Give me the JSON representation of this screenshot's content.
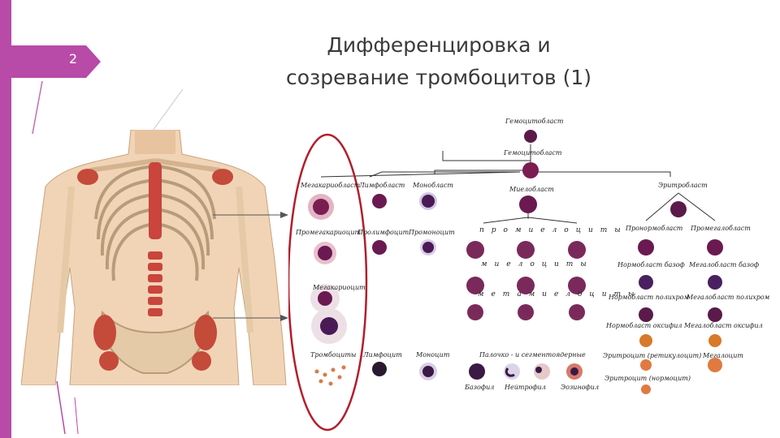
{
  "slide": {
    "number": "2"
  },
  "title": {
    "line1": "Дифференцировка и",
    "line2": "созревание тромбоцитов (1)"
  },
  "colors": {
    "accent": "#b84aa8",
    "highlight_ellipse": "#b21e2a",
    "cell_purple": "#5a1a4a",
    "cell_pink": "#e8c0cc",
    "cell_orange": "#d77a2a"
  },
  "labels": {
    "hemocytoblast": "Гемоцитобласт",
    "hemocytoblast2": "Гемоцитобласт",
    "megakaryoblast": "Мегакариобласт",
    "lymphoblast": "Лимфобласт",
    "monoblast": "Монобласт",
    "myeloblast": "Миелобласт",
    "erythroblast": "Эритробласт",
    "promegakaryocyte": "Промегакариоцит",
    "prolymphocyte": "Пролимфоцит",
    "promonocyte": "Промоноцит",
    "promyelocytes": "промиелоциты",
    "pronormoblast": "Пронормобласт",
    "promegaloblast": "Промегалобласт",
    "myelocytes": "миелоциты",
    "normoblast_baso": "Нормобласт базоф",
    "megaloblast_baso": "Мегалобласт базоф",
    "megakaryocyte": "Мегакариоцит",
    "metamyelocytes": "метамиелоциты",
    "normoblast_poly": "Нормобласт полихром",
    "megaloblast_poly": "Мегалобласт полихром",
    "normoblast_ortho": "Нормобласт оксифил",
    "megaloblast_ortho": "Мегалобласт оксифил",
    "thrombocytes": "Тромбоциты",
    "lymphocyte": "Лимфоцит",
    "monocyte": "Моноцит",
    "band_segmented": "Палочко - и сегментоядерные",
    "reticulocyte": "Эритроцит (ретикулоцит)",
    "megalocyte": "Мегалоцит",
    "erythrocyte": "Эритроцит (нормоцит)",
    "basophil": "Базофил",
    "neutrophil": "Нейтрофил",
    "eosinophil": "Эозинофил"
  }
}
